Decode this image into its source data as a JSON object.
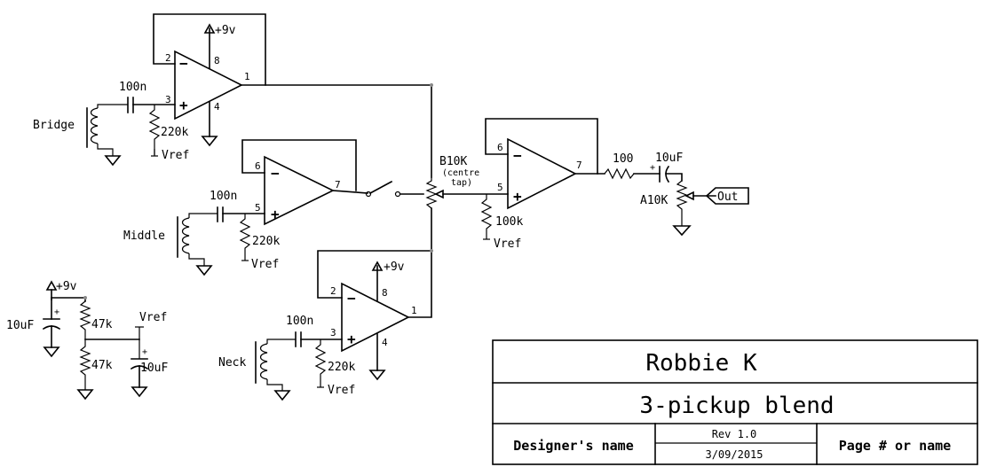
{
  "opamps": {
    "top": {
      "pin_inv": "2",
      "pin_non": "3",
      "pin_out": "1",
      "pin_pwr": "8",
      "pin_gnd": "4",
      "supply": "+9v",
      "cap": "100n",
      "res": "220k",
      "ref": "Vref",
      "pickup": "Bridge"
    },
    "mid": {
      "pin_inv": "6",
      "pin_non": "5",
      "pin_out": "7",
      "cap": "100n",
      "res": "220k",
      "ref": "Vref",
      "pickup": "Middle"
    },
    "bot": {
      "pin_inv": "2",
      "pin_non": "3",
      "pin_out": "1",
      "pin_pwr": "8",
      "pin_gnd": "4",
      "supply": "+9v",
      "cap": "100n",
      "res": "220k",
      "ref": "Vref",
      "pickup": "Neck"
    },
    "out": {
      "pin_inv": "6",
      "pin_non": "5",
      "pin_out": "7",
      "res": "100k",
      "ref": "Vref"
    }
  },
  "blend": {
    "pot": "B10K",
    "note1": "(centre",
    "note2": "tap)"
  },
  "output": {
    "series_res": "100",
    "cap": "10uF",
    "pot": "A10K",
    "port": "Out"
  },
  "supply_divider": {
    "supply": "+9v",
    "cap1": "10uF",
    "res_top": "47k",
    "res_bot": "47k",
    "ref": "Vref",
    "cap2": "10uF"
  },
  "title_block": {
    "designer": "Robbie K",
    "title": "3-pickup blend",
    "designer_label": "Designer's name",
    "rev": "Rev 1.0",
    "date": "3/09/2015",
    "page_label": "Page # or name"
  }
}
